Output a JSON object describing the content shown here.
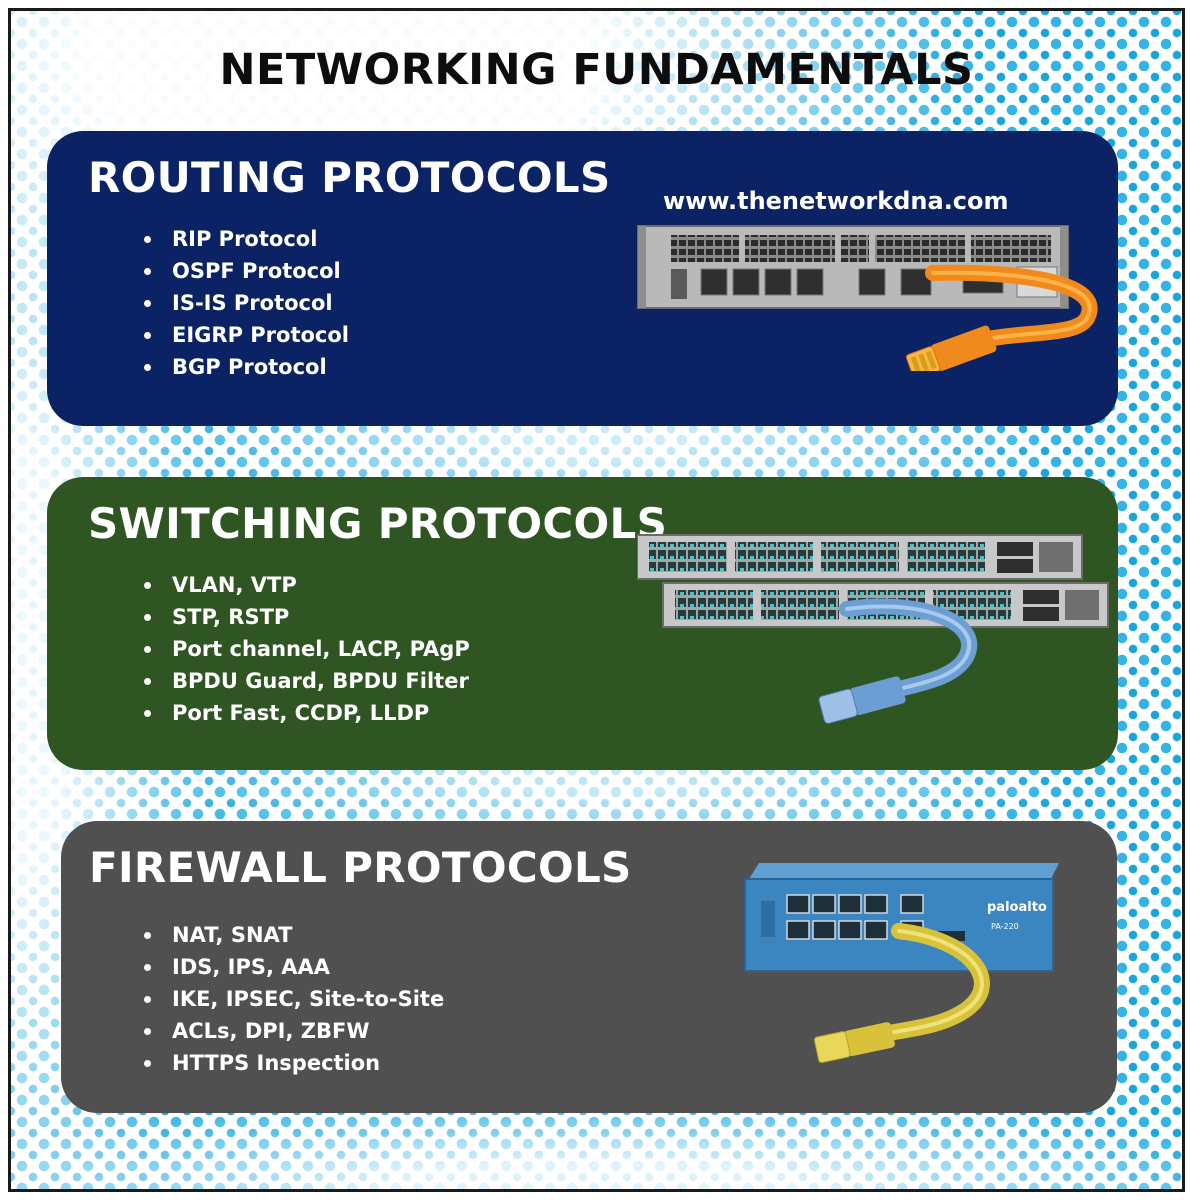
{
  "title": "NETWORKING FUNDAMENTALS",
  "sections": [
    {
      "title": "ROUTING PROTOCOLS",
      "items": [
        "RIP Protocol",
        "OSPF Protocol",
        "IS-IS Protocol",
        "EIGRP Protocol",
        "BGP Protocol"
      ]
    },
    {
      "title": "SWITCHING PROTOCOLS",
      "items": [
        "VLAN, VTP",
        "STP, RSTP",
        "Port channel, LACP, PAgP",
        "BPDU Guard, BPDU Filter",
        "Port Fast, CCDP, LLDP"
      ]
    },
    {
      "title": "FIREWALL PROTOCOLS",
      "items": [
        "NAT, SNAT",
        "IDS, IPS, AAA",
        "IKE, IPSEC, Site-to-Site",
        "ACLs, DPI, ZBFW",
        "HTTPS Inspection"
      ]
    }
  ],
  "website": "www.thenetworkdna.com",
  "device_labels": {
    "firewall_brand": "paloalto",
    "firewall_model": "PA-220"
  },
  "colors": {
    "routing_panel": "#0b2364",
    "switching_panel": "#2f5522",
    "firewall_panel": "#505050",
    "dots": "#1aa6dc",
    "router_cable": "#f08a1c",
    "switch_cable": "#6b9fd4",
    "firewall_cable": "#d8c23a",
    "firewall_body": "#3b86c1"
  }
}
